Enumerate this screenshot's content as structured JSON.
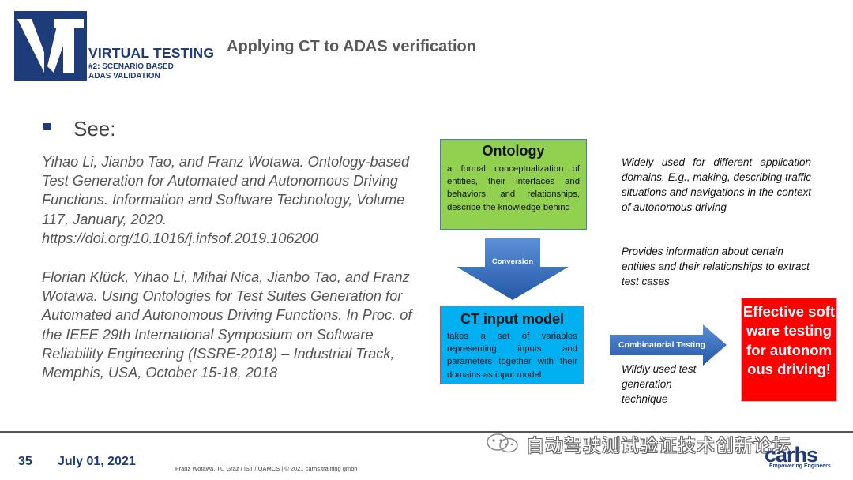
{
  "header": {
    "logo_title": "VIRTUAL TESTING",
    "logo_sub1": "#2: SCENARIO BASED",
    "logo_sub2": "ADAS VALIDATION",
    "slide_title": "Applying CT to ADAS verification"
  },
  "left": {
    "bullet": "See:",
    "ref1": "Yihao Li, Jianbo Tao, and Franz Wotawa. Ontology-based Test Generation for Automated and Autonomous Driving Functions. Information and Software Technology, Volume 117, January, 2020. https://doi.org/10.1016/j.infsof.2019.106200",
    "ref2": "Florian Klück, Yihao Li, Mihai Nica, Jianbo Tao, and Franz Wotawa. Using Ontologies for Test Suites Generation for Automated and Autonomous Driving Functions. In Proc. of the IEEE 29th International Symposium on Software Reliability Engineering (ISSRE-2018) – Industrial Track, Memphis, USA, October 15-18, 2018"
  },
  "diagram": {
    "ontology_title": "Ontology",
    "ontology_desc": "a formal conceptualization of entities, their interfaces and behaviors, and relationships, describe the knowledge behind",
    "conversion_label": "Conversion",
    "ct_title": "CT input model",
    "ct_desc": "takes a set of variables representing inputs and parameters together with their domains as input model",
    "combinatorial_label": "Combinatorial Testing",
    "result": "Effective software testing for autonomous driving!",
    "note1": "Widely used for different application domains. E.g., making, describing traffic situations and navigations in the context of autonomous driving",
    "note2": "Provides information about certain entities and their relationships to extract test cases",
    "note3": "Wildly used test generation technique"
  },
  "footer": {
    "page_number": "35",
    "date": "July 01, 2021",
    "credit": "Franz Wotawa, TU Graz / IST / QAMCS | © 2021 carhs.training gmbh",
    "watermark": "自动驾驶测试验证技术创新论坛",
    "carhs_logo": "carhs",
    "carhs_tagline": "Empowering Engineers"
  },
  "colors": {
    "ontology_green": "#92d050",
    "ct_blue": "#00b0f0",
    "result_red": "#ff0000",
    "brand_blue": "#1f3c7a",
    "arrow_blue": "#2e6fbf"
  }
}
